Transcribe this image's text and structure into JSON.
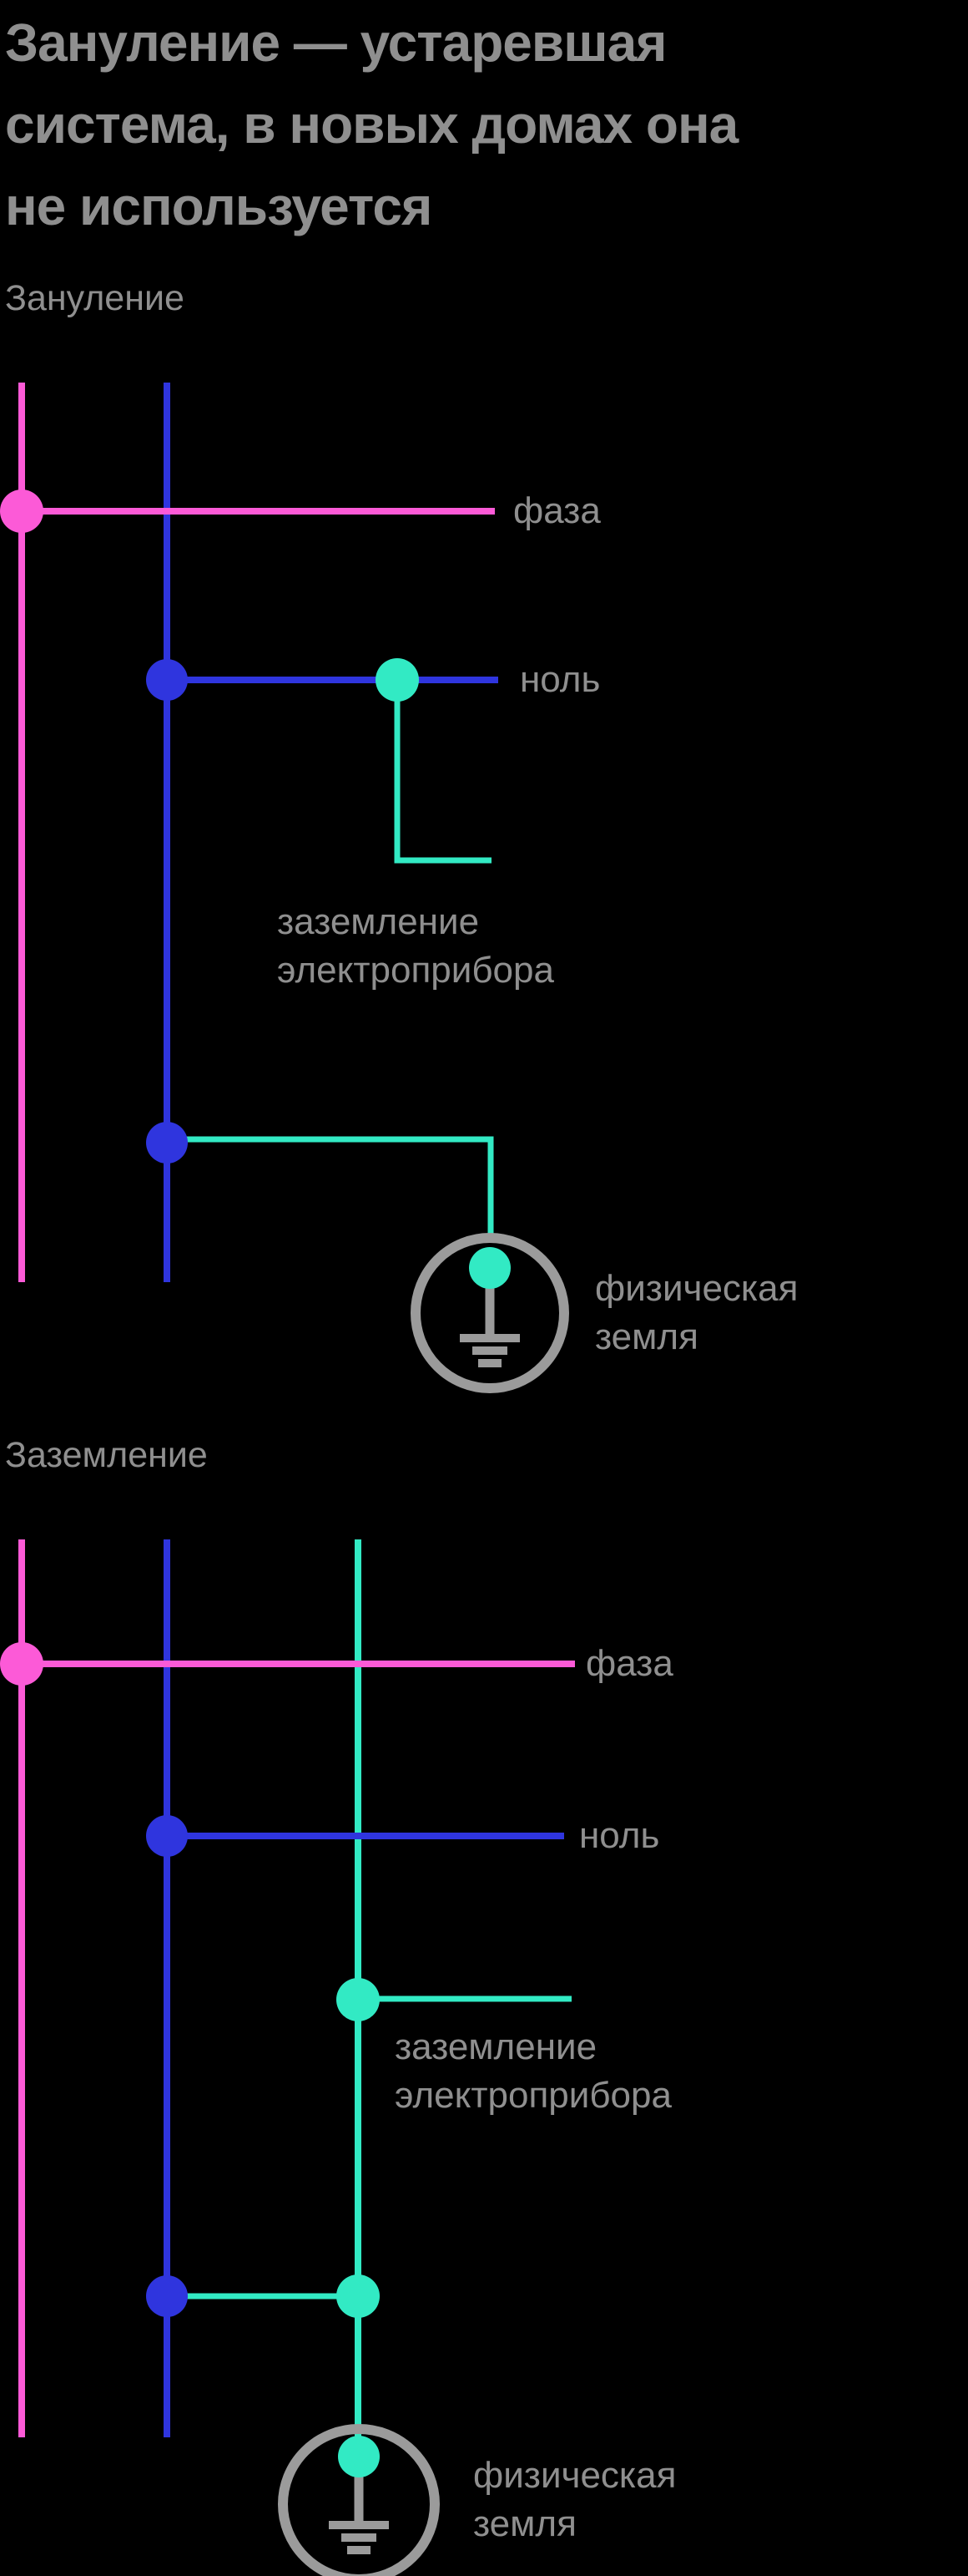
{
  "title": {
    "line1": "Зануление — устаревшая",
    "line2": "система, в новых домах она",
    "line3": "не используется"
  },
  "diagrams": [
    {
      "subtitle": "Зануление",
      "phase_label": "фаза",
      "neutral_label": "ноль",
      "appliance_ground_label": [
        "заземление",
        "электроприбора"
      ],
      "earth_label": [
        "физическая",
        "земля"
      ]
    },
    {
      "subtitle": "Заземление",
      "phase_label": "фаза",
      "neutral_label": "ноль",
      "appliance_ground_label": [
        "заземление",
        "электроприбора"
      ],
      "earth_label": [
        "физическая",
        "земля"
      ]
    }
  ],
  "colors": {
    "background": "#000000",
    "phase": "#fc5ad7",
    "neutral": "#2f35de",
    "ground": "#32eac4",
    "symbol": "#9b9b9b",
    "text": "#8f8f8f",
    "title": "#8f8f8f"
  }
}
